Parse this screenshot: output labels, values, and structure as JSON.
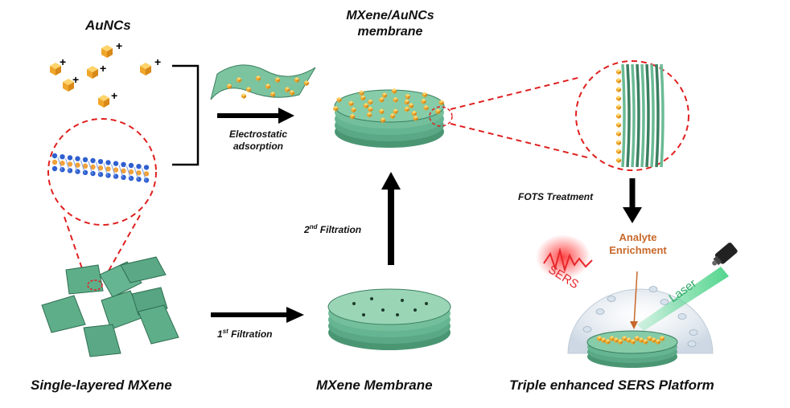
{
  "labels": {
    "aunc": "AuNCs",
    "membrane_title_line1": "MXene/AuNCs",
    "membrane_title_line2": "membrane",
    "electrostatic_line1": "Electrostatic",
    "electrostatic_line2": "adsorption",
    "fots": "FOTS Treatment",
    "filtration2_num": "2",
    "filtration2_sup": "nd",
    "filtration2_text": " Filtration",
    "filtration1_num": "1",
    "filtration1_sup": "st",
    "filtration1_text": " Filtration",
    "analyte_line1": "Analyte",
    "analyte_line2": "Enrichment",
    "sers": "SERS",
    "laser": "Laser",
    "single_layer": "Single-layered MXene",
    "mxene_membrane": "MXene Membrane",
    "platform": "Triple enhanced SERS Platform",
    "charge": "+"
  },
  "colors": {
    "mxene_green": "#5fae8a",
    "mxene_dark": "#3b7f60",
    "gold": "#f2b53a",
    "dashed_red": "#e02020",
    "arrow": "#000000",
    "laser_green": "#36c27a",
    "sers_red": "#e8262b"
  }
}
